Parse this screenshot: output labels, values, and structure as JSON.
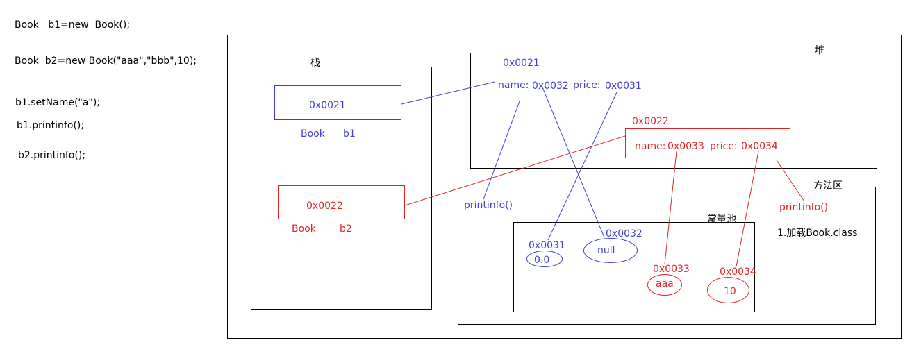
{
  "code": [
    "Book   b1=new  Book();",
    "Book  b2=new Book(\"aaa\",\"bbb\",10);",
    "b1.setName(\"a\");",
    "b1.printinfo();",
    "b2.printinfo();"
  ],
  "stack": {
    "title": "栈",
    "b1": {
      "addr": "0x0021",
      "type": "Book",
      "var": "b1"
    },
    "b2": {
      "addr": "0x0022",
      "type": "Book",
      "var": "b2"
    }
  },
  "heap": {
    "title": "堆",
    "obj1": {
      "addr": "0x0021",
      "name_label": "name:",
      "name_ref": "0x0032",
      "price_label": "price:",
      "price_ref": "0x0031"
    },
    "obj2": {
      "addr": "0x0022",
      "name_label": "name:",
      "name_ref": "0x0033",
      "price_label": "price:",
      "price_ref": "0x0034"
    }
  },
  "method_area": {
    "title": "方法区",
    "printinfo_blue": "printinfo()",
    "printinfo_red": "printinfo()",
    "load_note": "1.加载Book.class"
  },
  "constant_pool": {
    "title": "常量池",
    "c1": {
      "addr": "0x0031",
      "value": "0.0"
    },
    "c2": {
      "addr": "0x0032",
      "value": "null"
    },
    "c3": {
      "addr": "0x0033",
      "value": "aaa"
    },
    "c4": {
      "addr": "0x0034",
      "value": "10"
    }
  },
  "colors": {
    "blue": "#3f3fcf",
    "red": "#e02424",
    "black": "#000000"
  }
}
